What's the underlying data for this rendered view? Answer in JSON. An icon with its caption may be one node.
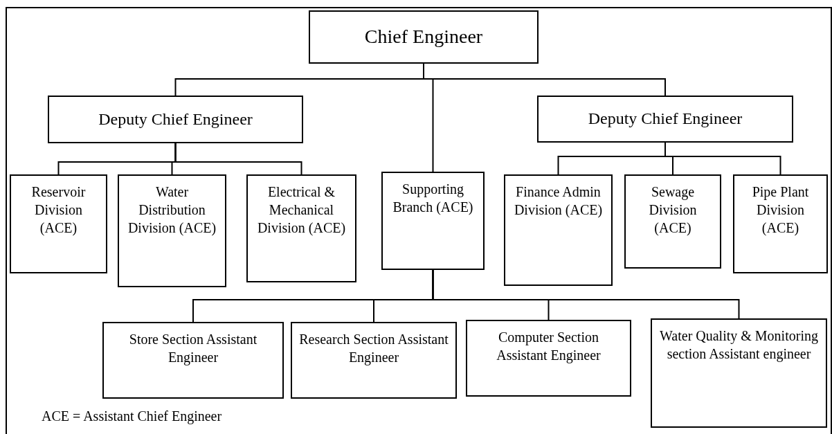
{
  "diagram": {
    "nodes": [
      {
        "text": [
          "Chief Engineer"
        ]
      },
      {
        "text": [
          "Deputy Chief Engineer"
        ]
      },
      {
        "text": [
          "Deputy Chief Engineer"
        ]
      },
      {
        "text": [
          "Reservoir Division (ACE)"
        ]
      },
      {
        "text": [
          "Water Distribution Division (ACE)"
        ]
      },
      {
        "text": [
          "Electrical & Mechanical Division (ACE)"
        ]
      },
      {
        "text": [
          "Supporting Branch (ACE)"
        ]
      },
      {
        "text": [
          "Finance Admin Division (ACE)"
        ]
      },
      {
        "text": [
          "Sewage Division (ACE)"
        ]
      },
      {
        "text": [
          "Pipe Plant Division (ACE)"
        ]
      },
      {
        "text": [
          "Store Section Assistant Engineer"
        ]
      },
      {
        "text": [
          "Research Section Assistant Engineer"
        ]
      },
      {
        "text": [
          "Computer Section Assistant Engineer"
        ]
      },
      {
        "text": [
          "Water Quality & Monitoring section Assistant engineer"
        ]
      }
    ],
    "edges": [
      {
        "from": 0,
        "to": 1,
        "arrow": "none"
      },
      {
        "from": 0,
        "to": 6,
        "arrow": "none"
      },
      {
        "from": 0,
        "to": 2,
        "arrow": "none"
      },
      {
        "from": 1,
        "to": 3,
        "arrow": "none"
      },
      {
        "from": 1,
        "to": 4,
        "arrow": "none"
      },
      {
        "from": 1,
        "to": 5,
        "arrow": "none"
      },
      {
        "from": 2,
        "to": 7,
        "arrow": "none"
      },
      {
        "from": 2,
        "to": 8,
        "arrow": "none"
      },
      {
        "from": 2,
        "to": 9,
        "arrow": "none"
      },
      {
        "from": 6,
        "to": 10,
        "arrow": "none"
      },
      {
        "from": 6,
        "to": 11,
        "arrow": "none"
      },
      {
        "from": 6,
        "to": 12,
        "arrow": "none"
      },
      {
        "from": 6,
        "to": 13,
        "arrow": "none"
      }
    ],
    "labels": [
      "ACE = Assistant Chief Engineer"
    ]
  }
}
